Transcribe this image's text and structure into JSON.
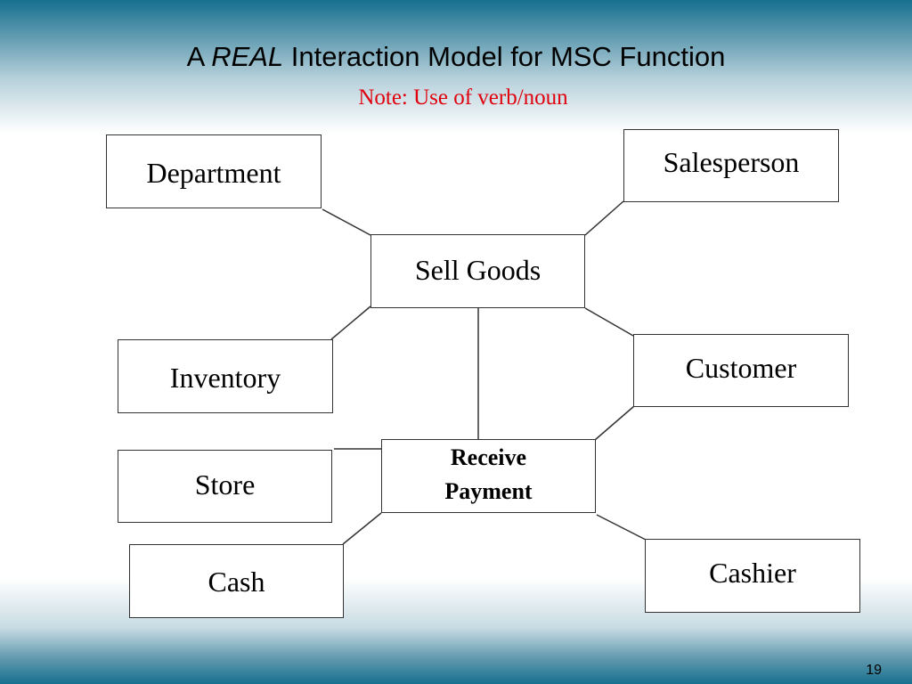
{
  "title": {
    "prefix": "A ",
    "emphasis": "REAL",
    "suffix": " Interaction Model for MSC Function"
  },
  "subtitle": "Note: Use of verb/noun",
  "nodes": {
    "department": "Department",
    "salesperson": "Salesperson",
    "sell_goods": "Sell Goods",
    "inventory": "Inventory",
    "customer": "Customer",
    "store": "Store",
    "receive_payment_line1": "Receive",
    "receive_payment_line2": "Payment",
    "cash": "Cash",
    "cashier": "Cashier"
  },
  "page_number": "19",
  "colors": {
    "gradient_edge": "#16708f",
    "subtitle": "#e0000d",
    "box_border": "#333333"
  }
}
